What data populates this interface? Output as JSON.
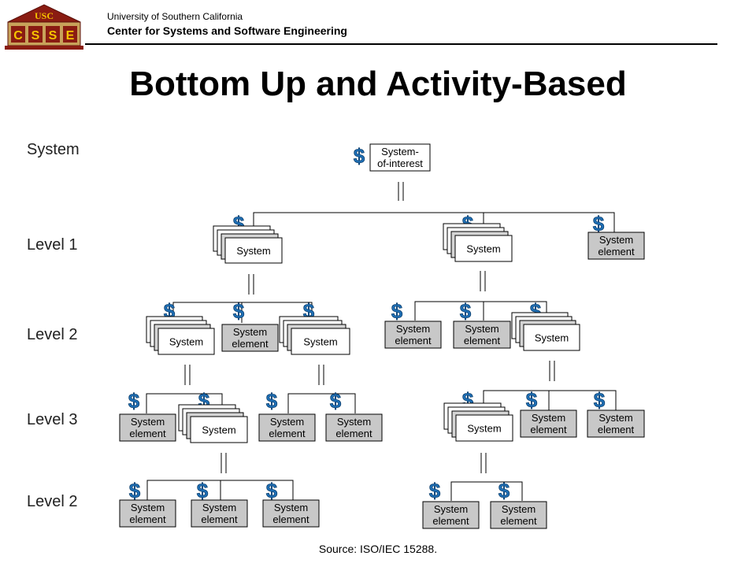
{
  "header": {
    "logo_top": "USC",
    "logo_letters": [
      "C",
      "S",
      "S",
      "E"
    ],
    "university": "University of Southern California",
    "center": "Center for Systems and Software Engineering"
  },
  "title": "Bottom Up and Activity-Based",
  "levels": [
    "System",
    "Level 1",
    "Level 2",
    "Level 3",
    "Level 2"
  ],
  "labels": {
    "system_of_interest_line1": "System-",
    "system_of_interest_line2": "of-interest",
    "system": "System",
    "system_element_line1": "System",
    "system_element_line2": "element",
    "dollar": "$"
  },
  "source": "Source: ISO/IEC 15288."
}
